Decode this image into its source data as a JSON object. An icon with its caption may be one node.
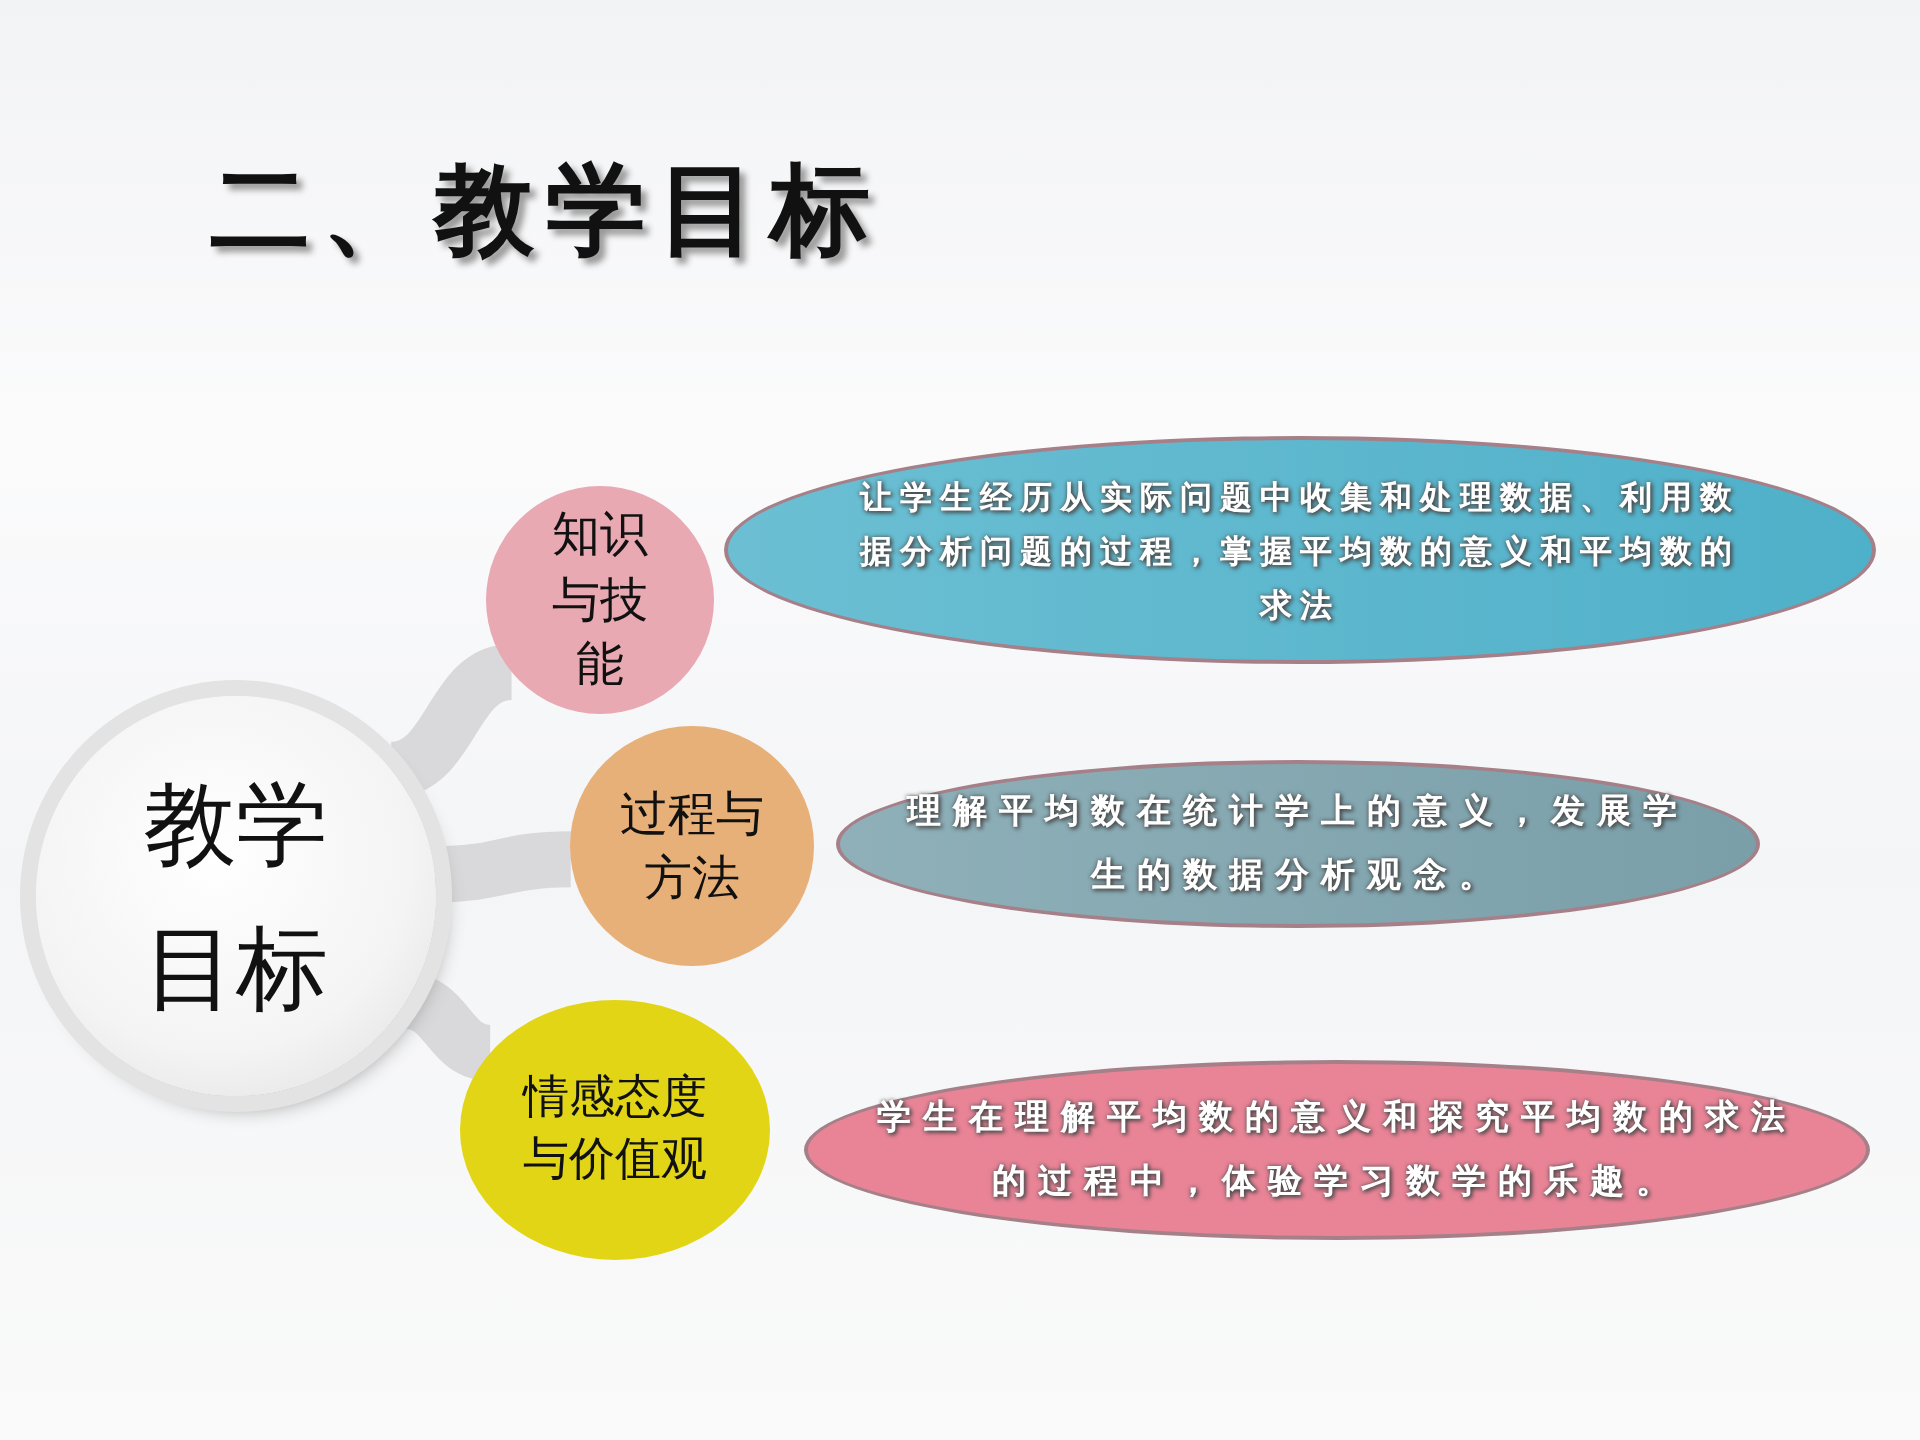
{
  "diagram": {
    "title": "二、教学目标",
    "nodes": [
      {
        "text": [
          "教学目标"
        ]
      },
      {
        "text": [
          "知识与技能"
        ]
      },
      {
        "text": [
          "过程与方法"
        ]
      },
      {
        "text": [
          "情感态度与价值观"
        ]
      },
      {
        "text": [
          "让学生经历从实际问题中收集和处理数据、利用数据分析问题的过程，掌握平均数的意义和平均数的求法"
        ]
      },
      {
        "text": [
          "理解平均数在统计学上的意义，发展学生的数据分析观念。"
        ]
      },
      {
        "text": [
          "学生在理解平均数的意义和探究平均数的求法的过程中，体验学习数学的乐趣。"
        ]
      }
    ],
    "edges": [
      {
        "from": 0,
        "to": 1,
        "arrow": "none"
      },
      {
        "from": 0,
        "to": 2,
        "arrow": "none"
      },
      {
        "from": 0,
        "to": 3,
        "arrow": "none"
      }
    ]
  }
}
